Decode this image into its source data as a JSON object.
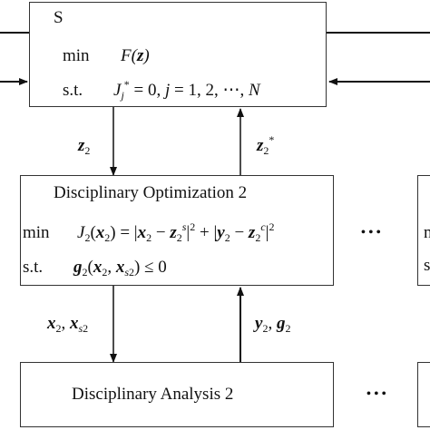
{
  "system": {
    "title": "S",
    "min_label": "min",
    "objective": "F(z)",
    "st_label": "s.t.",
    "constraint": "J*_j = 0, j = 1, 2, ⋯, N"
  },
  "links": {
    "down_label": "z2",
    "up_label": "z2*",
    "analysis_down_label": "x2, xs2",
    "analysis_up_label": "y2, g2"
  },
  "opt": {
    "title": "Disciplinary Optimization 2",
    "min_label": "min",
    "objective": "J2(x2) = |x2 − z2s|^2 + |y2 − z2c|^2",
    "st_label": "s.t.",
    "constraint": "g2(x2, xs2) ≤ 0"
  },
  "analysis": {
    "title": "Disciplinary Analysis 2"
  },
  "ellipsis": {
    "mid": "• • •",
    "bottom": "• • •"
  },
  "cut_text": {
    "right_mid_top": "n",
    "right_mid_bottom": "s"
  }
}
